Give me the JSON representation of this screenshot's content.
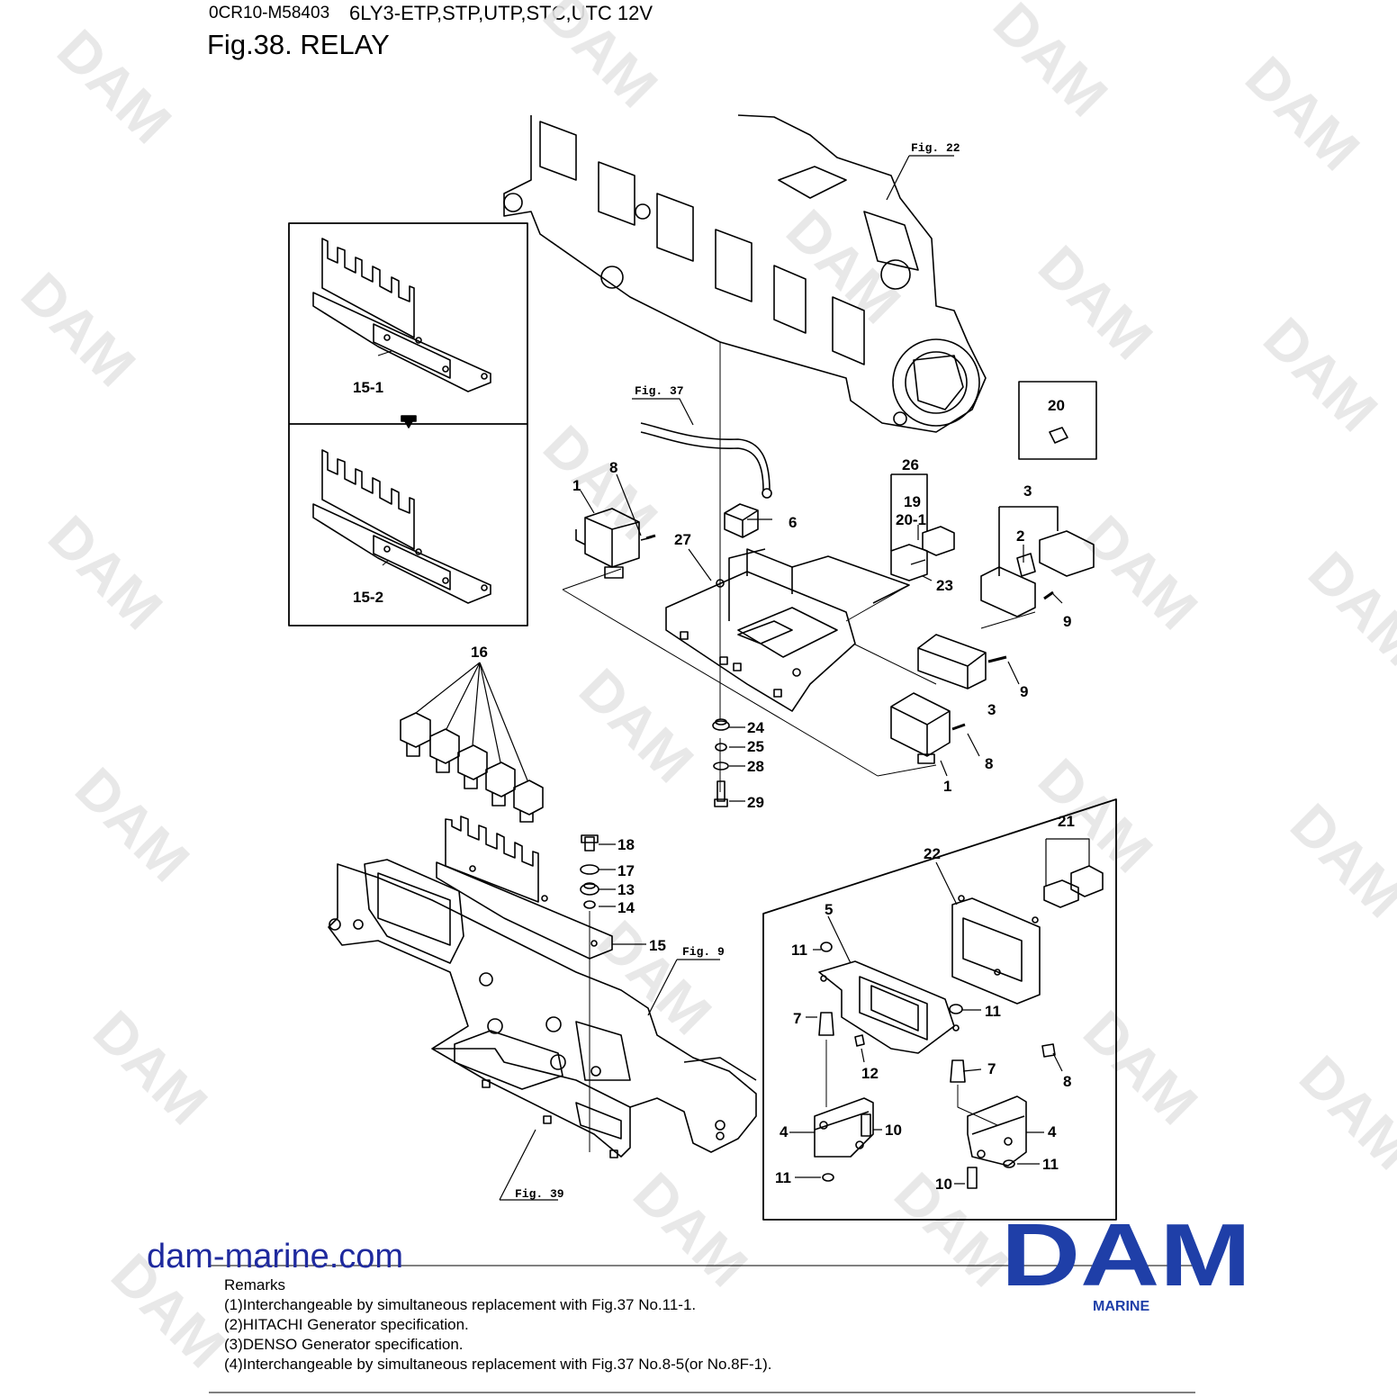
{
  "header": {
    "code": "0CR10-M58403",
    "model": "6LY3-ETP,STP,UTP,STC,UTC 12V",
    "figure_title": "Fig.38.  RELAY"
  },
  "watermark": {
    "text": "DAM"
  },
  "diagram": {
    "callouts": [
      {
        "id": "c1a",
        "label": "1"
      },
      {
        "id": "c8a",
        "label": "8"
      },
      {
        "id": "c6",
        "label": "6"
      },
      {
        "id": "c27",
        "label": "27"
      },
      {
        "id": "c26",
        "label": "26"
      },
      {
        "id": "c19",
        "label": "19"
      },
      {
        "id": "c20-1",
        "label": "20-1"
      },
      {
        "id": "c23",
        "label": "23"
      },
      {
        "id": "c3a",
        "label": "3"
      },
      {
        "id": "c2",
        "label": "2"
      },
      {
        "id": "c9a",
        "label": "9"
      },
      {
        "id": "c9b",
        "label": "9"
      },
      {
        "id": "c3b",
        "label": "3"
      },
      {
        "id": "c8b",
        "label": "8"
      },
      {
        "id": "c1b",
        "label": "1"
      },
      {
        "id": "c24",
        "label": "24"
      },
      {
        "id": "c25",
        "label": "25"
      },
      {
        "id": "c28",
        "label": "28"
      },
      {
        "id": "c29",
        "label": "29"
      },
      {
        "id": "c16",
        "label": "16"
      },
      {
        "id": "c18",
        "label": "18"
      },
      {
        "id": "c17",
        "label": "17"
      },
      {
        "id": "c13",
        "label": "13"
      },
      {
        "id": "c14",
        "label": "14"
      },
      {
        "id": "c15",
        "label": "15"
      },
      {
        "id": "c15-1",
        "label": "15-1"
      },
      {
        "id": "c15-2",
        "label": "15-2"
      },
      {
        "id": "c20",
        "label": "20"
      },
      {
        "id": "c21",
        "label": "21"
      },
      {
        "id": "c22",
        "label": "22"
      },
      {
        "id": "c5",
        "label": "5"
      },
      {
        "id": "c11a",
        "label": "11"
      },
      {
        "id": "c7a",
        "label": "7"
      },
      {
        "id": "c11b",
        "label": "11"
      },
      {
        "id": "c12",
        "label": "12"
      },
      {
        "id": "c7b",
        "label": "7"
      },
      {
        "id": "c8c",
        "label": "8"
      },
      {
        "id": "c4a",
        "label": "4"
      },
      {
        "id": "c10a",
        "label": "10"
      },
      {
        "id": "c4b",
        "label": "4"
      },
      {
        "id": "c11c",
        "label": "11"
      },
      {
        "id": "c11d",
        "label": "11"
      },
      {
        "id": "c10b",
        "label": "10"
      }
    ],
    "fig_refs": [
      {
        "id": "f22",
        "label": "Fig. 22"
      },
      {
        "id": "f37",
        "label": "Fig. 37"
      },
      {
        "id": "f9",
        "label": "Fig. 9"
      },
      {
        "id": "f39",
        "label": "Fig. 39"
      }
    ]
  },
  "footer": {
    "site": "dam-marine.com",
    "remarks_title": "Remarks",
    "remarks": [
      "(1)Interchangeable by simultaneous replacement with Fig.37 No.11-1.",
      "(2)HITACHI Generator specification.",
      "(3)DENSO Generator specification.",
      "(4)Interchangeable by simultaneous replacement with Fig.37 No.8-5(or No.8F-1)."
    ],
    "logo_text": "DAM",
    "logo_sub": "MARINE",
    "logo_color": "#1f3fa8"
  }
}
